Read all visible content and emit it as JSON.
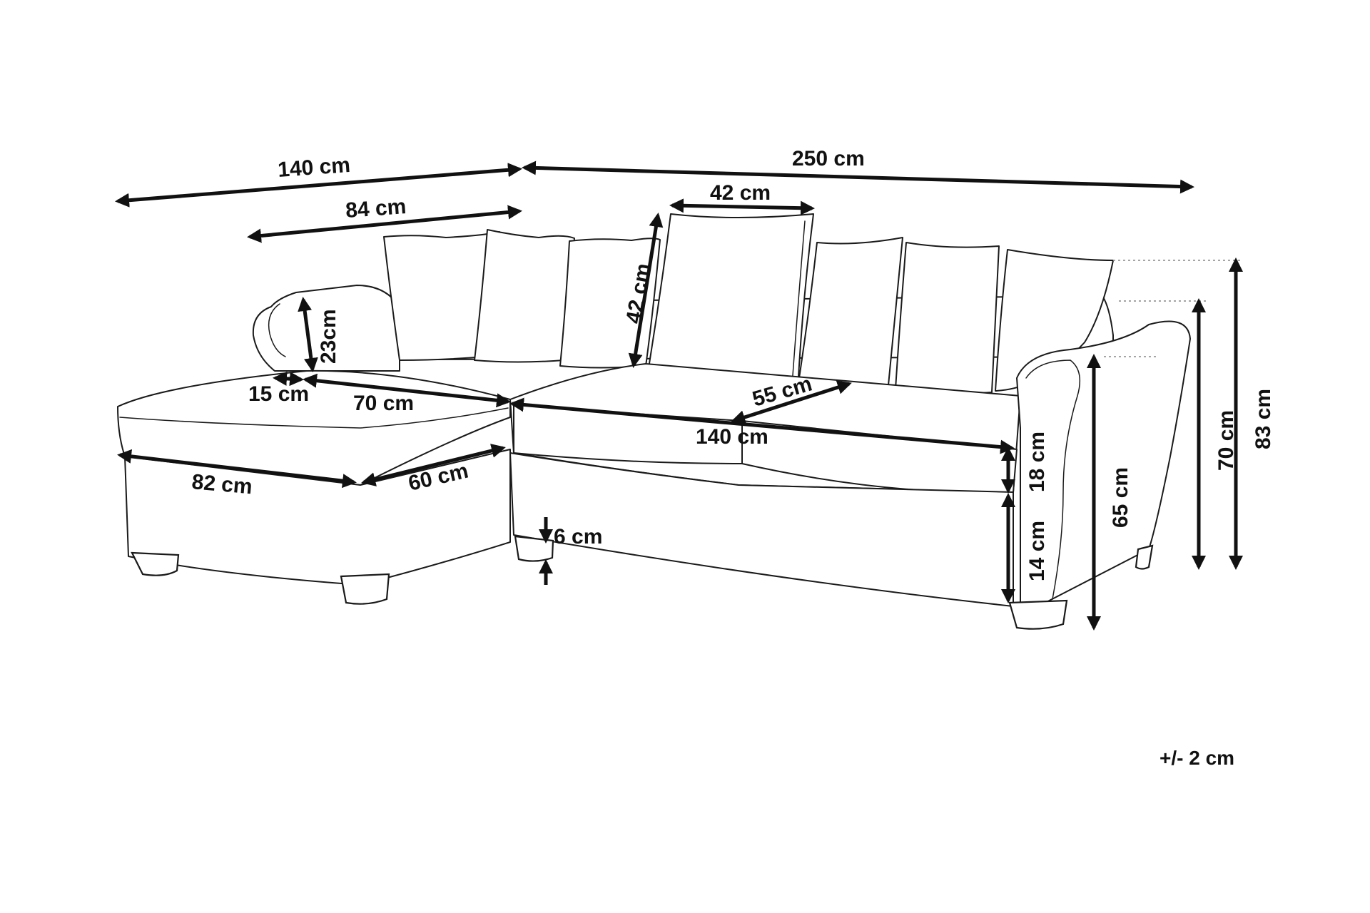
{
  "dimensions": {
    "chaise_total_width": "140 cm",
    "sofa_total_width": "250 cm",
    "chaise_seat_width": "84 cm",
    "cushion_width": "42 cm",
    "cushion_height": "42 cm",
    "armrest_height": "23cm",
    "armrest_width": "15 cm",
    "chaise_seat_depth": "70 cm",
    "seat_depth": "55 cm",
    "seat_width": "140 cm",
    "chaise_length": "82 cm",
    "chaise_width": "60 cm",
    "leg_height": "6 cm",
    "seat_cushion_thickness": "18 cm",
    "base_height": "14 cm",
    "arm_height": "65 cm",
    "backrest_height": "70 cm",
    "overall_height": "83 cm"
  },
  "tolerance_note": "+/- 2 cm",
  "colors": {
    "line": "#1a1a1a",
    "dimension": "#111111",
    "background": "#ffffff"
  }
}
